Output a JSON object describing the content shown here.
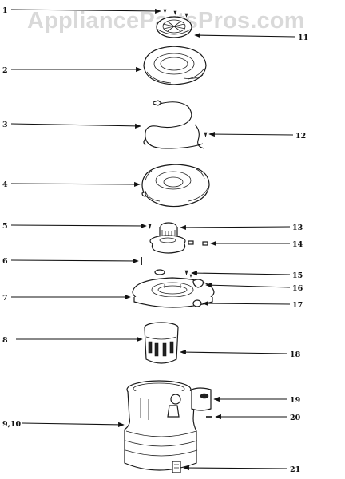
{
  "watermark": "AppliancePartsPros.com",
  "callouts": {
    "left": [
      "1",
      "2",
      "3",
      "4",
      "5",
      "6",
      "7",
      "8",
      "9,10"
    ],
    "right": [
      "11",
      "12",
      "13",
      "14",
      "15",
      "16",
      "17",
      "18",
      "19",
      "20",
      "21"
    ]
  }
}
